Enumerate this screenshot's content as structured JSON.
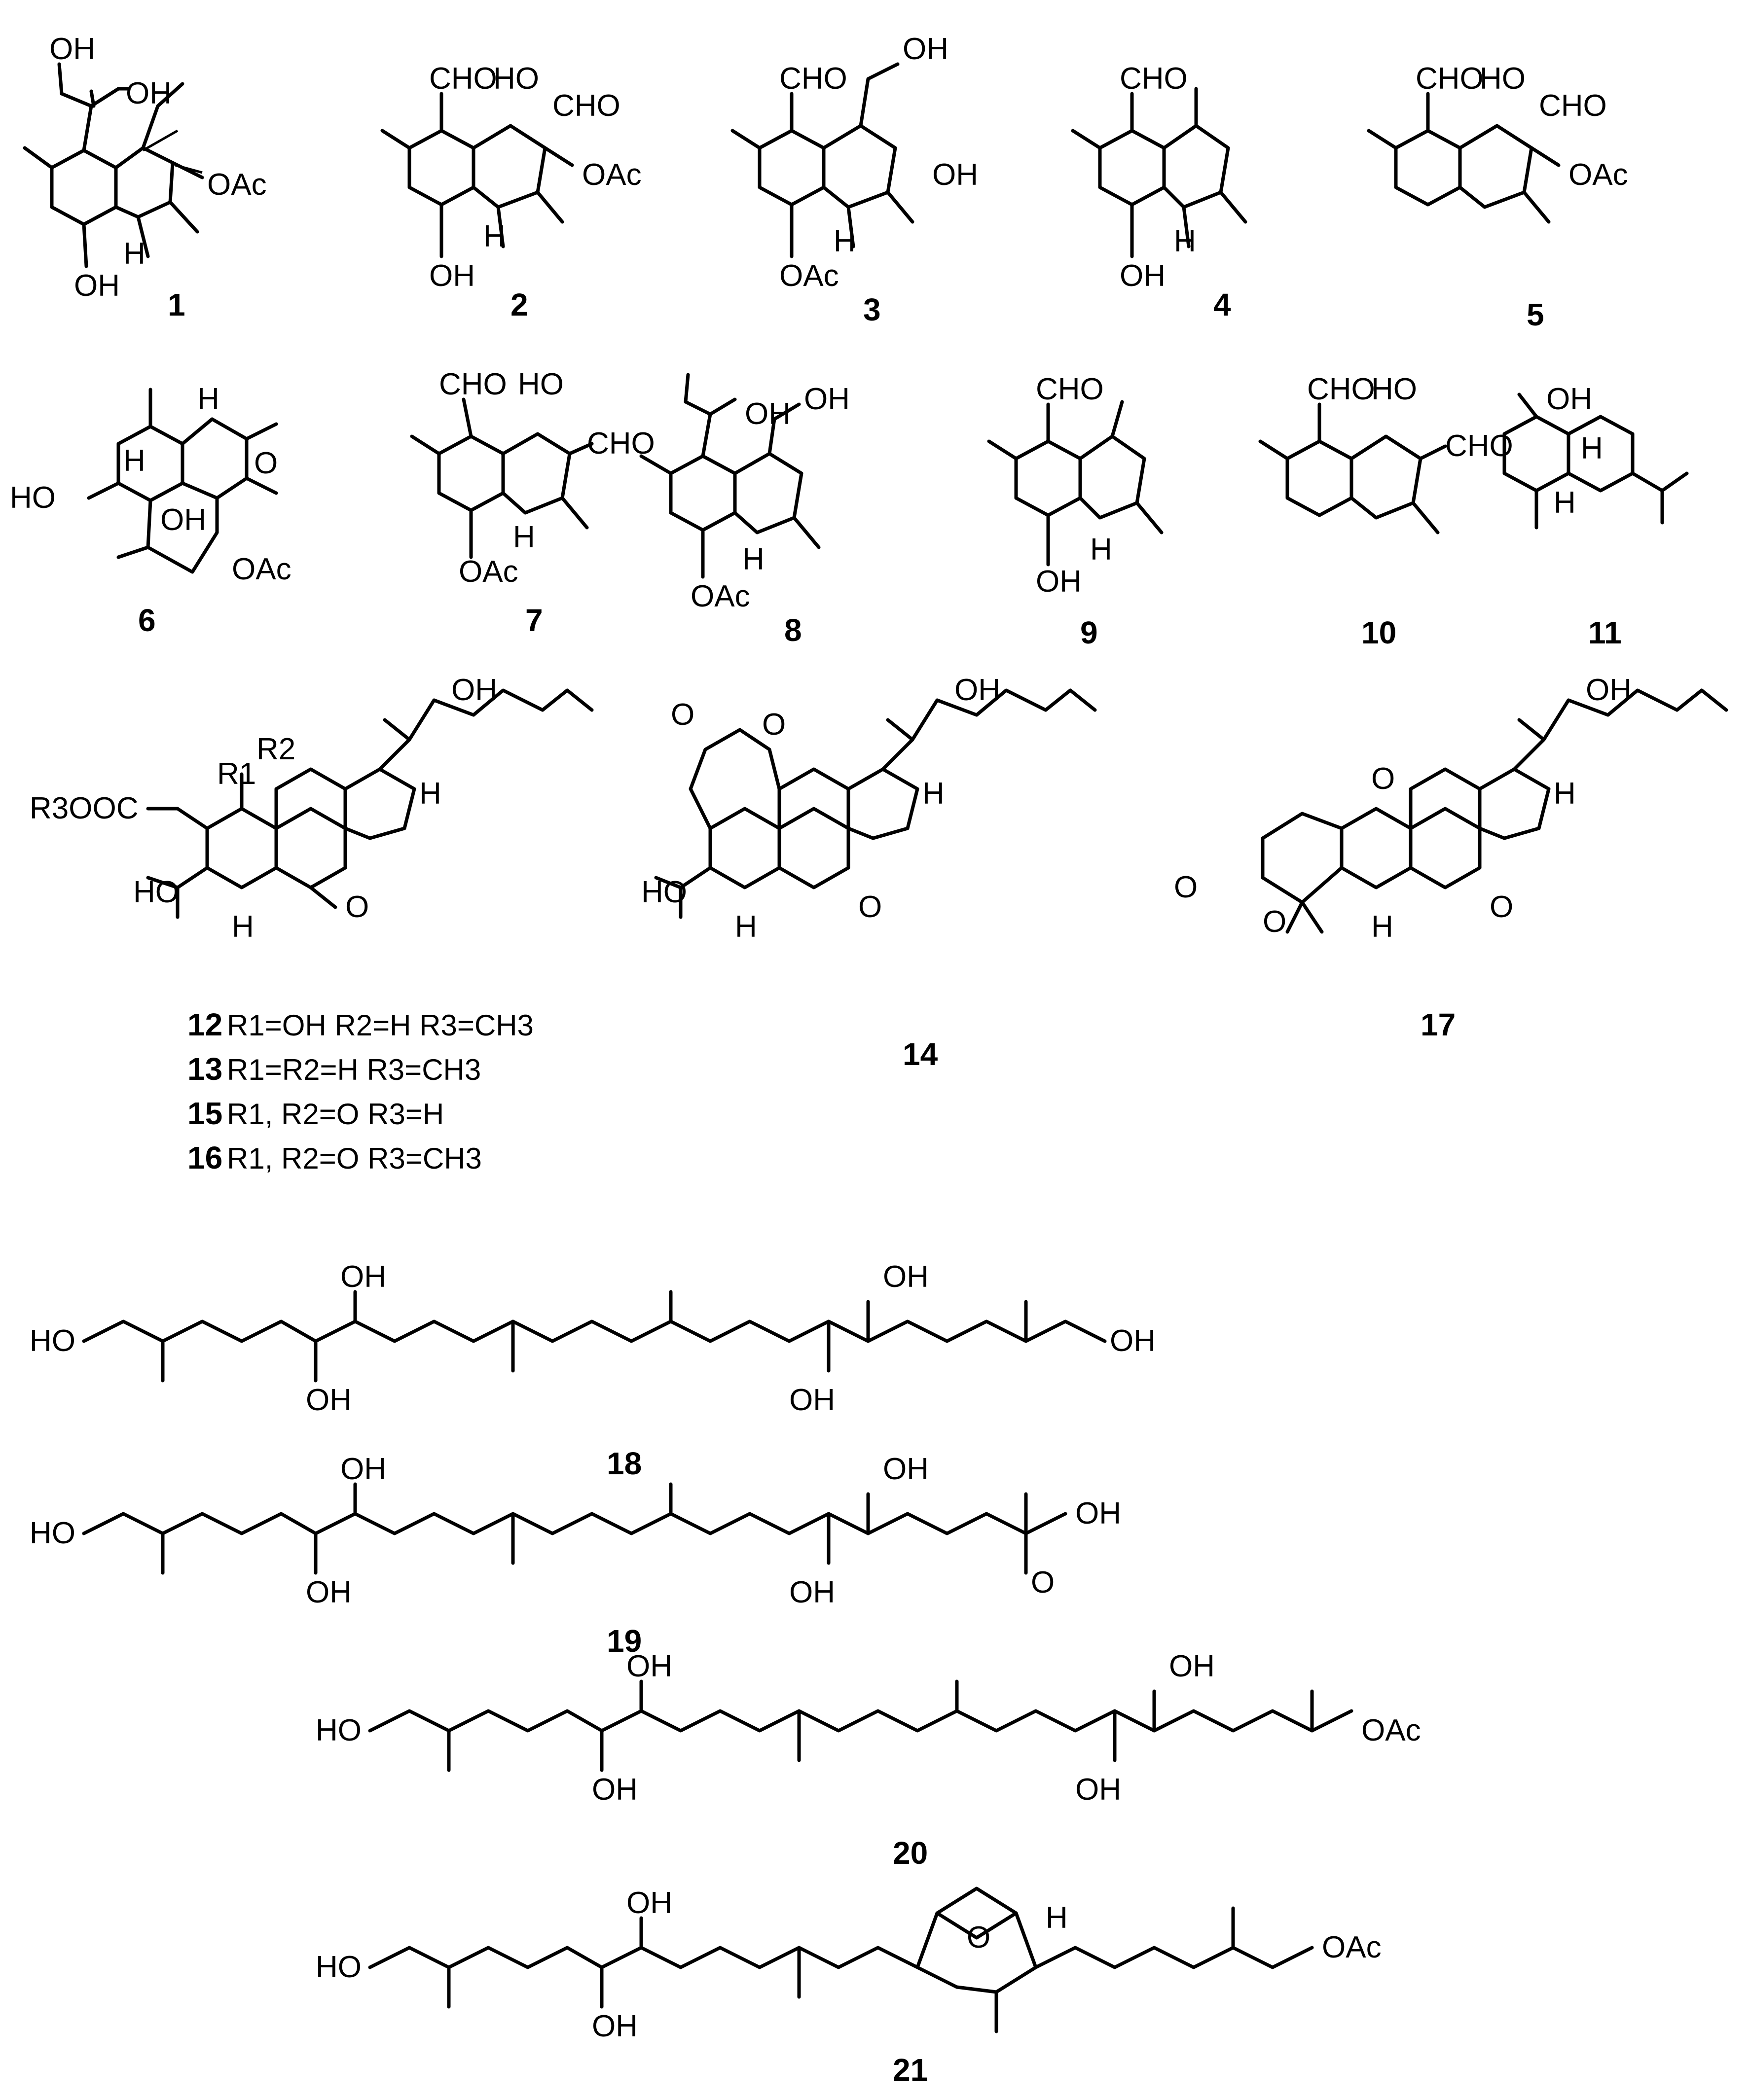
{
  "compounds": [
    {
      "id": "1",
      "labels": [
        "OH",
        "OAc",
        "OH",
        "H"
      ]
    },
    {
      "id": "2",
      "labels": [
        "CHO",
        "HO",
        "CHO",
        "OAc",
        "OH",
        "H"
      ]
    },
    {
      "id": "3",
      "labels": [
        "CHO",
        "OH",
        "OH",
        "OAc",
        "H"
      ]
    },
    {
      "id": "4",
      "labels": [
        "CHO",
        "OH",
        "H"
      ]
    },
    {
      "id": "5",
      "labels": [
        "CHO",
        "HO",
        "CHO",
        "OAc"
      ]
    },
    {
      "id": "6",
      "labels": [
        "H",
        "O",
        "HO",
        "H",
        "OH",
        "OAc"
      ]
    },
    {
      "id": "7",
      "labels": [
        "CHO",
        "HO",
        "CHO",
        "OAc",
        "H"
      ]
    },
    {
      "id": "8",
      "labels": [
        "OH",
        "OH",
        "OAc",
        "H"
      ]
    },
    {
      "id": "9",
      "labels": [
        "CHO",
        "OH",
        "H"
      ]
    },
    {
      "id": "10",
      "labels": [
        "CHO",
        "HO",
        "CHO"
      ]
    },
    {
      "id": "11",
      "labels": [
        "OH",
        "H",
        "H"
      ]
    },
    {
      "id": "12",
      "labels": [
        "OH",
        "R2",
        "R1",
        "R3OOC",
        "H",
        "HO",
        "H",
        "O"
      ]
    },
    {
      "id": "13",
      "labels": []
    },
    {
      "id": "14",
      "labels": [
        "OH",
        "O",
        "O",
        "H",
        "HO",
        "H",
        "O"
      ]
    },
    {
      "id": "15",
      "labels": []
    },
    {
      "id": "16",
      "labels": []
    },
    {
      "id": "17",
      "labels": [
        "OH",
        "O",
        "H",
        "O",
        "O",
        "H",
        "O"
      ]
    },
    {
      "id": "18",
      "labels": [
        "OH",
        "HO",
        "OH",
        "OH",
        "OH",
        "OH"
      ]
    },
    {
      "id": "19",
      "labels": [
        "OH",
        "HO",
        "OH",
        "OH",
        "OH",
        "OH",
        "O"
      ]
    },
    {
      "id": "20",
      "labels": [
        "OH",
        "HO",
        "OH",
        "OH",
        "OH",
        "OAc"
      ]
    },
    {
      "id": "21",
      "labels": [
        "OH",
        "HO",
        "OH",
        "O",
        "H",
        "OAc"
      ]
    }
  ],
  "substituents": [
    {
      "id": "12",
      "text": "R1=OH R2=H R3=CH3"
    },
    {
      "id": "13",
      "text": "R1=R2=H R3=CH3"
    },
    {
      "id": "15",
      "text": "R1, R2=O R3=H"
    },
    {
      "id": "16",
      "text": "R1, R2=O R3=CH3"
    }
  ]
}
